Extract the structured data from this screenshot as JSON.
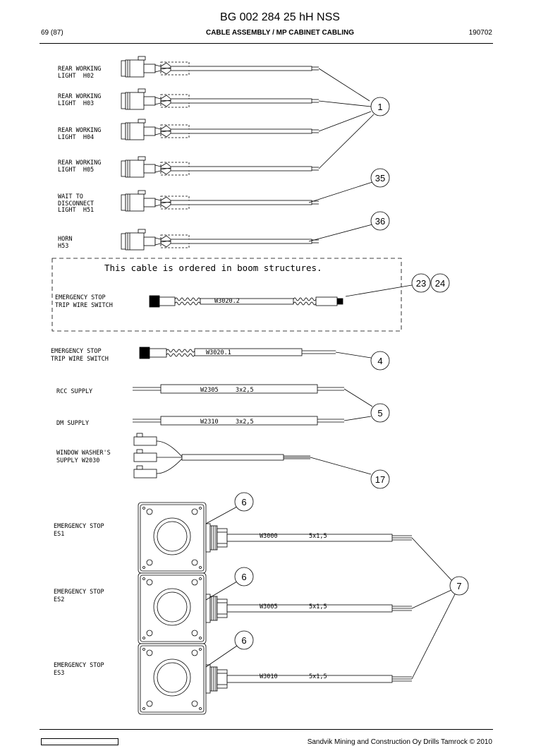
{
  "header": {
    "title": "BG 002 284 25 hH NSS",
    "page": "69 (87)",
    "section": "CABLE ASSEMBLY / MP CABINET CABLING",
    "code": "190702"
  },
  "footer": {
    "copyright": "Sandvik Mining and Construction Oy Drills Tamrock © 2010"
  },
  "diagram": {
    "lights": [
      {
        "line1": "REAR WORKING",
        "line2": "LIGHT  H02"
      },
      {
        "line1": "REAR WORKING",
        "line2": "LIGHT  H03"
      },
      {
        "line1": "REAR WORKING",
        "line2": "LIGHT  H04"
      },
      {
        "line1": "REAR WORKING",
        "line2": "LIGHT  H05"
      },
      {
        "line1": "WAIT TO",
        "line2": "DISCONNECT",
        "line3": "LIGHT  H51"
      },
      {
        "line1": "HORN",
        "line2": "H53"
      }
    ],
    "boom_note": "This cable is ordered in boom structures.",
    "es_trip_1": {
      "line1": "EMERGENCY STOP",
      "line2": "TRIP WIRE SWITCH",
      "cable": "W3020.2"
    },
    "es_trip_2": {
      "line1": "EMERGENCY STOP",
      "line2": "TRIP WIRE SWITCH",
      "cable": "W3020.1"
    },
    "rcc": {
      "label": "RCC SUPPLY",
      "cable": "W2305",
      "spec": "3x2,5"
    },
    "dm": {
      "label": "DM SUPPLY",
      "cable": "W2310",
      "spec": "3x2,5"
    },
    "washer": {
      "line1": "WINDOW WASHER'S",
      "line2": "SUPPLY W2030"
    },
    "stops": [
      {
        "line1": "EMERGENCY STOP",
        "line2": "ES1",
        "cable": "W3000",
        "spec": "5x1,5"
      },
      {
        "line1": "EMERGENCY STOP",
        "line2": "ES2",
        "cable": "W3005",
        "spec": "5x1,5"
      },
      {
        "line1": "EMERGENCY STOP",
        "line2": "ES3",
        "cable": "W3010",
        "spec": "5x1,5"
      }
    ],
    "callouts": {
      "c1": "1",
      "c35": "35",
      "c36": "36",
      "c23": "23",
      "c24": "24",
      "c4": "4",
      "c5": "5",
      "c17": "17",
      "c6a": "6",
      "c6b": "6",
      "c6c": "6",
      "c7": "7"
    }
  }
}
